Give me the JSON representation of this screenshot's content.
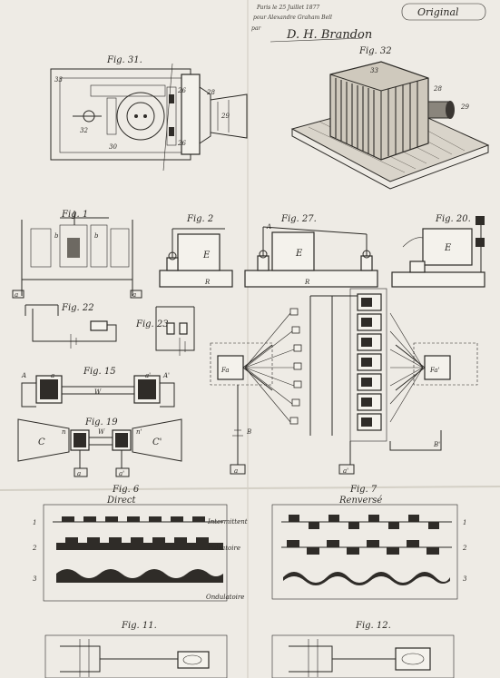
{
  "header": {
    "note_line1": "Paris le 25 Juillet 1877",
    "note_line2": "pour Alexandre Graham Bell",
    "note_line3": "par",
    "signature": "D. H. Brandon",
    "stamp": "Original"
  },
  "figures": {
    "fig31": {
      "title": "Fig. 31.",
      "labels": [
        "33",
        "28",
        "29",
        "32",
        "30",
        "26",
        "26"
      ]
    },
    "fig32": {
      "title": "Fig. 32",
      "labels": [
        "33",
        "28",
        "29"
      ]
    },
    "fig1": {
      "title": "Fig. 1",
      "labels": [
        "b",
        "b",
        "a",
        "a"
      ]
    },
    "fig2": {
      "title": "Fig. 2",
      "labels": [
        "E",
        "R"
      ]
    },
    "fig27": {
      "title": "Fig. 27.",
      "labels": [
        "A",
        "E",
        "R"
      ]
    },
    "fig20": {
      "title": "Fig. 20.",
      "labels": [
        "E"
      ]
    },
    "fig22": {
      "title": "Fig. 22"
    },
    "fig23": {
      "title": "Fig. 23."
    },
    "fig15": {
      "title": "Fig. 15",
      "labels": [
        "A",
        "A'",
        "W",
        "a",
        "a'"
      ]
    },
    "fig19": {
      "title": "Fig. 19",
      "labels": [
        "C",
        "C'",
        "n",
        "n'",
        "W",
        "a",
        "a'"
      ]
    },
    "fig6": {
      "title": "Fig. 6",
      "subtitle": "Direct",
      "rows": [
        {
          "num": "1",
          "name": "Intermittent"
        },
        {
          "num": "2",
          "name": "Pulsatoire"
        },
        {
          "num": "3",
          "name": "Ondulatoire"
        }
      ]
    },
    "fig7": {
      "title": "Fig. 7",
      "subtitle": "Renversé",
      "rows": [
        "1",
        "2",
        "3"
      ]
    },
    "fig11": {
      "title": "Fig. 11."
    },
    "fig12": {
      "title": "Fig. 12."
    },
    "center": {
      "labels": [
        "a",
        "a'",
        "B",
        "B'",
        "Fa",
        "Fa'"
      ]
    }
  }
}
